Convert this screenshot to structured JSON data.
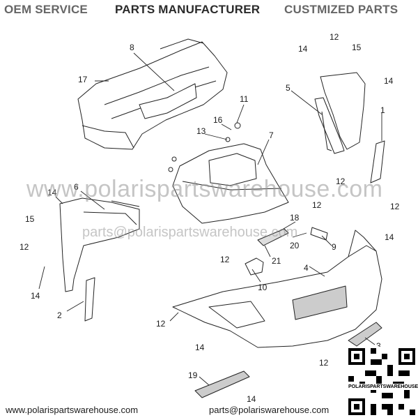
{
  "header": {
    "oem_service": "OEM SERVICE",
    "parts_manufacturer": "PARTS MANUFACTURER",
    "customized_parts": "CUSTMIZED PARTS"
  },
  "watermark": {
    "site": "www.polarispartswarehouse.com",
    "email": "parts@polarispartswarehouse.com"
  },
  "footer": {
    "left_site": "www.polarispartswarehouse.com",
    "right_email": "parts@polariswarehouse.com"
  },
  "qr": {
    "label": "POLARISPARTSWAREHOUSE"
  },
  "callouts": {
    "c8": "8",
    "c17": "17",
    "c12a": "12",
    "c15a": "15",
    "c14a": "14",
    "c14b": "14",
    "c5": "5",
    "c11": "11",
    "c16": "16",
    "c13": "13",
    "c7": "7",
    "c1": "1",
    "c12b": "12",
    "c12c": "12",
    "c6": "6",
    "c14c": "14",
    "c15b": "15",
    "c12d": "12",
    "c14d": "14",
    "c12e": "12",
    "c18": "18",
    "c9": "9",
    "c20": "20",
    "c14e": "14",
    "c12f": "12",
    "c21": "21",
    "c10": "10",
    "c4": "4",
    "c2": "2",
    "c12g": "12",
    "c14f": "14",
    "c3": "3",
    "c12h": "12",
    "c19": "19",
    "c14g": "14"
  }
}
